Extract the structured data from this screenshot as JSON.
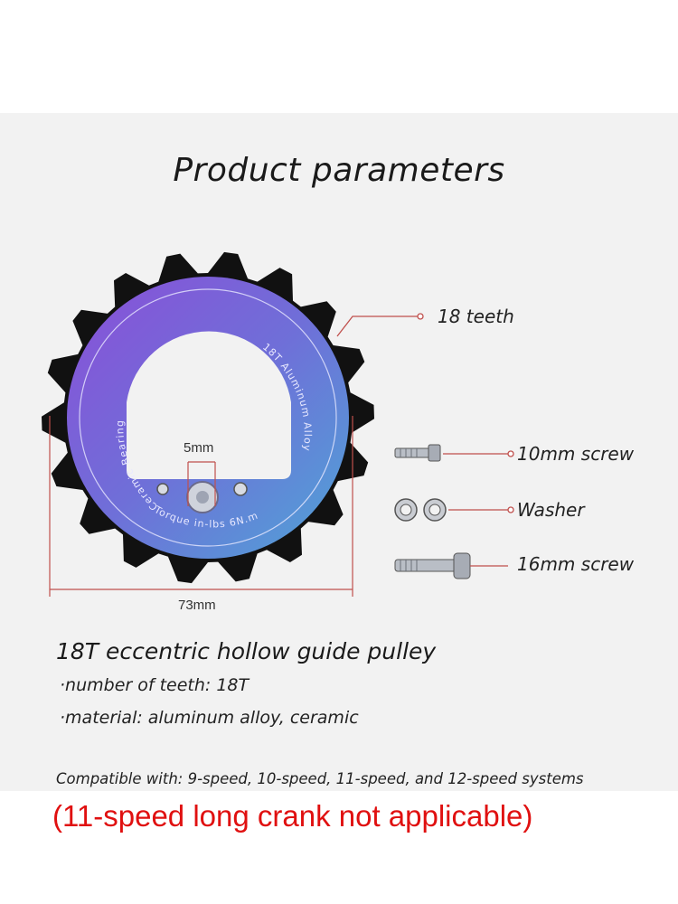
{
  "header": {
    "title": "Product parameters"
  },
  "diagram": {
    "teeth_label": "18 teeth",
    "hole_label": "5mm",
    "diameter_label": "73mm",
    "ring_text_left": "Ceramic Bearing",
    "ring_text_right": "18T Aluminum Alloy",
    "ring_text_bottom": "Torque in-lbs 6N.m",
    "parts": [
      {
        "label": "10mm screw"
      },
      {
        "label": "Washer"
      },
      {
        "label": "16mm screw"
      }
    ],
    "colors": {
      "callout_line": "#c0504d",
      "ring_start": "#7f4bd6",
      "ring_end": "#4ca3d6",
      "body": "#101010"
    }
  },
  "product": {
    "name": "18T eccentric hollow guide pulley",
    "specs": [
      "·number of teeth: 18T",
      "·material: aluminum alloy, ceramic"
    ],
    "compatibility": "Compatible with: 9-speed, 10-speed, 11-speed, and 12-speed systems",
    "note": "(11-speed long crank not applicable)"
  }
}
